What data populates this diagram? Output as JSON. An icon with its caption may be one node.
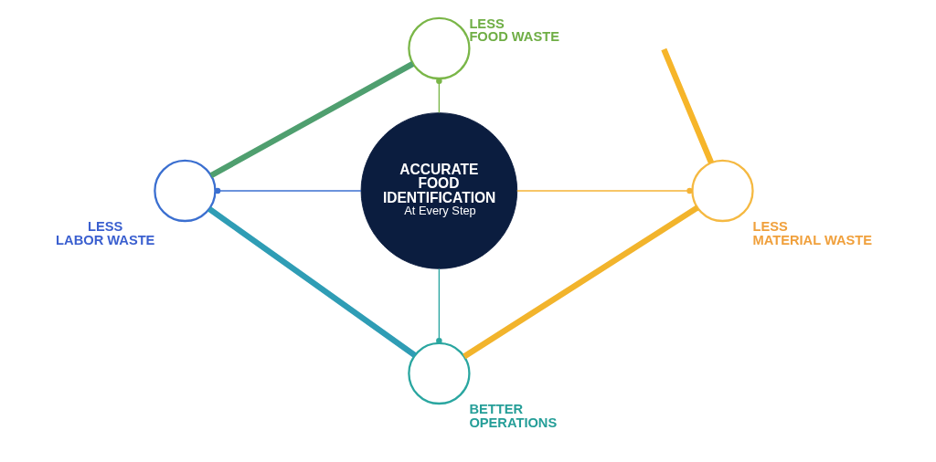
{
  "diagram": {
    "nodes": [
      {
        "text": [
          "ACCURATE FOOD IDENTIFICATION",
          "At Every Step"
        ]
      },
      {
        "text": [],
        "shape": "circle",
        "beside": [
          "LESS FOOD WASTE"
        ]
      },
      {
        "text": [],
        "shape": "circle",
        "beside": [
          "LESS MATERIAL WASTE"
        ]
      },
      {
        "text": [],
        "shape": "circle",
        "beside": [
          "BETTER OPERATIONS"
        ]
      },
      {
        "text": [],
        "shape": "circle",
        "beside": [
          "LESS LABOR WASTE"
        ]
      }
    ],
    "edges": [
      {
        "from": 1,
        "to": 0,
        "arrow": "other",
        "color": "#7ab648"
      },
      {
        "from": 0,
        "to": 2,
        "arrow": "other",
        "color": "#f5b335"
      },
      {
        "from": 0,
        "to": 3,
        "arrow": "other",
        "color": "#2aa6a0"
      },
      {
        "from": 4,
        "to": 0,
        "arrow": "other",
        "color": "#3b6fd0"
      },
      {
        "from": 1,
        "to": 4,
        "arrow": "none",
        "style": "thick",
        "color": "#4f9f6f"
      },
      {
        "from": 4,
        "to": 3,
        "arrow": "none",
        "style": "thick",
        "color": "#2f9db5"
      },
      {
        "from": 2,
        "to": 3,
        "arrow": "none",
        "style": "thick",
        "color": "#f2b42c"
      },
      {
        "from": null,
        "to": 2,
        "arrow": "none",
        "style": "thick",
        "color": "#f6b52a"
      }
    ]
  }
}
